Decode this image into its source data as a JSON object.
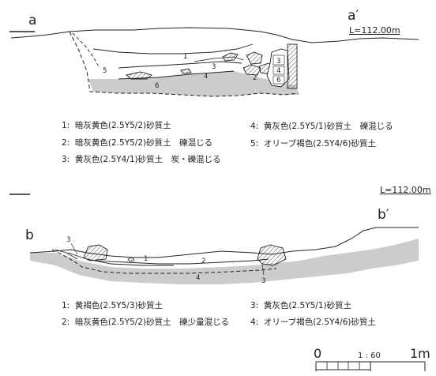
{
  "section_a": {
    "left_label": "a",
    "right_label": "a′",
    "level": "L=112.00m",
    "layer_numbers": [
      "1",
      "2",
      "3",
      "4",
      "5",
      "6"
    ],
    "legend": [
      {
        "num": "1:",
        "text": "暗灰黄色(2.5Y5/2)砂質土"
      },
      {
        "num": "2:",
        "text": "暗灰黄色(2.5Y5/2)砂質土　礫混じる"
      },
      {
        "num": "3:",
        "text": "黄灰色(2.5Y4/1)砂質土　炭・礫混じる"
      },
      {
        "num": "4:",
        "text": "黄灰色(2.5Y5/1)砂質土　礫混じる"
      },
      {
        "num": "5:",
        "text": "オリーブ褐色(2.5Y4/6)砂質土"
      }
    ]
  },
  "section_b": {
    "left_label": "b",
    "right_label": "b′",
    "level": "L=112.00m",
    "layer_numbers": [
      "1",
      "2",
      "3",
      "4"
    ],
    "legend": [
      {
        "num": "1:",
        "text": "黄褐色(2.5Y5/3)砂質土"
      },
      {
        "num": "2:",
        "text": "暗灰黄色(2.5Y5/2)砂質土　礫少量混じる"
      },
      {
        "num": "3:",
        "text": "黄灰色(2.5Y5/1)砂質土"
      },
      {
        "num": "4:",
        "text": "オリーブ褐色(2.5Y4/6)砂質土"
      }
    ]
  },
  "scale": {
    "start": "0",
    "ratio": "1 : 60",
    "end": "1m"
  },
  "colors": {
    "stroke": "#222222",
    "fill_gray": "#cccccc",
    "paper": "#ffffff"
  }
}
